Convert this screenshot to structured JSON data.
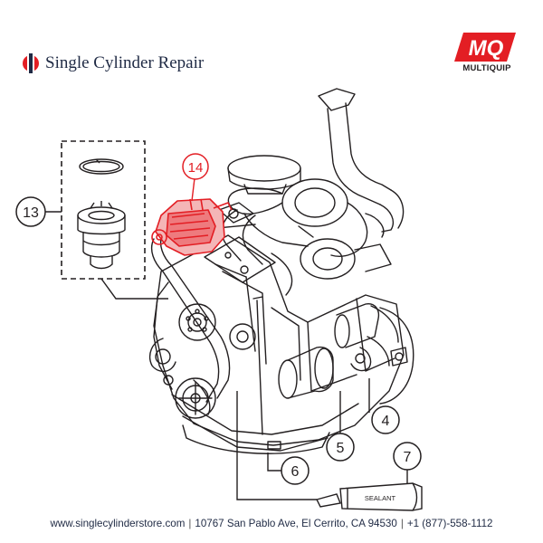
{
  "brand": {
    "store_name": "Single Cylinder Repair",
    "mq_mark": "MQ",
    "mq_name": "MULTIQUIP"
  },
  "diagram": {
    "callouts": [
      {
        "id": "13",
        "label": "13",
        "highlighted": false
      },
      {
        "id": "14",
        "label": "14",
        "highlighted": true
      },
      {
        "id": "4",
        "label": "4",
        "highlighted": false
      },
      {
        "id": "5",
        "label": "5",
        "highlighted": false
      },
      {
        "id": "6",
        "label": "6",
        "highlighted": false
      },
      {
        "id": "7",
        "label": "7",
        "highlighted": false
      }
    ],
    "sealant_text": "SEALANT",
    "highlight_color": "#e31e24",
    "line_color": "#231f20"
  },
  "footer": {
    "website": "www.singlecylinderstore.com",
    "address": "10767 San Pablo Ave, El Cerrito, CA 94530",
    "phone": "+1 (877)-558-1112"
  },
  "colors": {
    "brand_red": "#e31e24",
    "brand_navy": "#1f2a44"
  }
}
